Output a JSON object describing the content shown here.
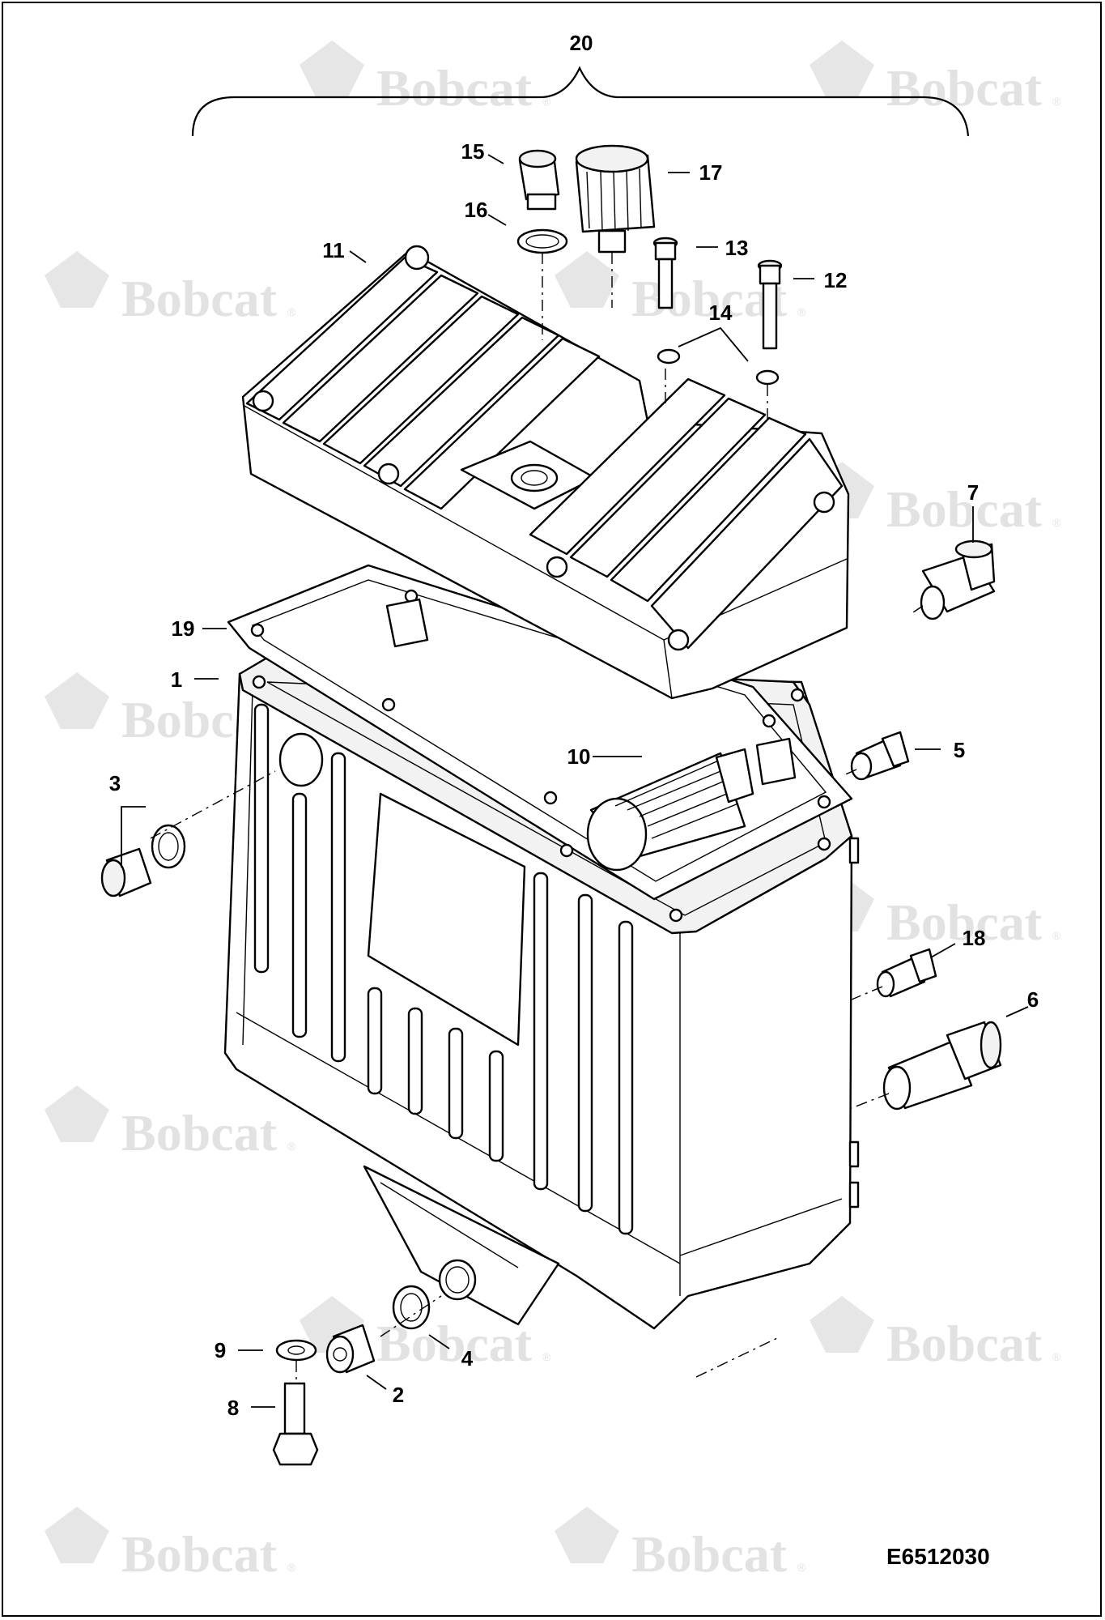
{
  "diagram": {
    "code": "E6512030",
    "assembly_label": "20",
    "watermark": {
      "text": "Bobcat",
      "mark": "®"
    },
    "callouts": [
      {
        "num": "1"
      },
      {
        "num": "2"
      },
      {
        "num": "3"
      },
      {
        "num": "4"
      },
      {
        "num": "5"
      },
      {
        "num": "6"
      },
      {
        "num": "7"
      },
      {
        "num": "8"
      },
      {
        "num": "9"
      },
      {
        "num": "10"
      },
      {
        "num": "11"
      },
      {
        "num": "12"
      },
      {
        "num": "13"
      },
      {
        "num": "14"
      },
      {
        "num": "15"
      },
      {
        "num": "16"
      },
      {
        "num": "17"
      },
      {
        "num": "18"
      },
      {
        "num": "19"
      }
    ]
  }
}
